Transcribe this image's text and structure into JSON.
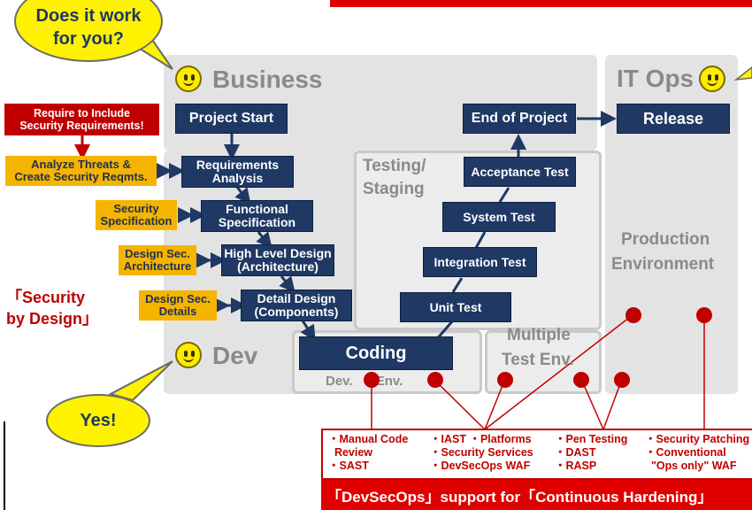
{
  "bubble_top": "Does it work for you?",
  "bubble_bottom": "Yes!",
  "business_label": "Business",
  "itops_label": "IT Ops",
  "dev_label": "Dev",
  "testing_label_1": "Testing/",
  "testing_label_2": "Staging",
  "production_label_1": "Production",
  "production_label_2": "Environment",
  "multiple_label_1": "Multiple",
  "multiple_label_2": "Test Env.",
  "devenv_label": "Dev. Env.",
  "require_note_1": "Require to Include",
  "require_note_2": "Security Requirements!",
  "security_by_design_1": "「Security",
  "security_by_design_2": "by Design」",
  "navy": {
    "project_start": "Project Start",
    "end_of_project": "End of Project",
    "release": "Release",
    "req_1": "Requirements",
    "req_2": "Analysis",
    "func_1": "Functional",
    "func_2": "Specification",
    "hld_1": "High Level Design",
    "hld_2": "(Architecture)",
    "dd_1": "Detail Design",
    "dd_2": "(Components)",
    "coding": "Coding",
    "acceptance": "Acceptance Test",
    "system": "System Test",
    "integration": "Integration Test",
    "unit": "Unit Test"
  },
  "orange": {
    "analyze_1": "Analyze Threats  &",
    "analyze_2": "Create Security Reqmts.",
    "secspec_1": "Security",
    "secspec_2": "Specification",
    "secarch_1": "Design Sec.",
    "secarch_2": "Architecture",
    "secdet_1": "Design Sec.",
    "secdet_2": "Details"
  },
  "bottom": {
    "col1_1": "・Manual Code",
    "col1_2": "  Review",
    "col1_3": "・SAST",
    "col2_1": "・IAST  ・Platforms",
    "col2_2": "・Security Services",
    "col2_3": "・DevSecOps WAF",
    "col3_1": "・Pen Testing",
    "col3_2": "・DAST",
    "col3_3": "・RASP",
    "col4_1": "・Security Patching",
    "col4_2": "・Conventional",
    "col4_3": "  \"Ops only\" WAF",
    "banner": "「DevSecOps」support for「Continuous Hardening」"
  },
  "colors": {
    "navy": "#1f3864",
    "orange": "#f4b400",
    "red": "#c00000",
    "panel_gray": "#e3e3e3",
    "label_gray": "#8a8a8a",
    "bubble_yellow": "#fff200"
  }
}
